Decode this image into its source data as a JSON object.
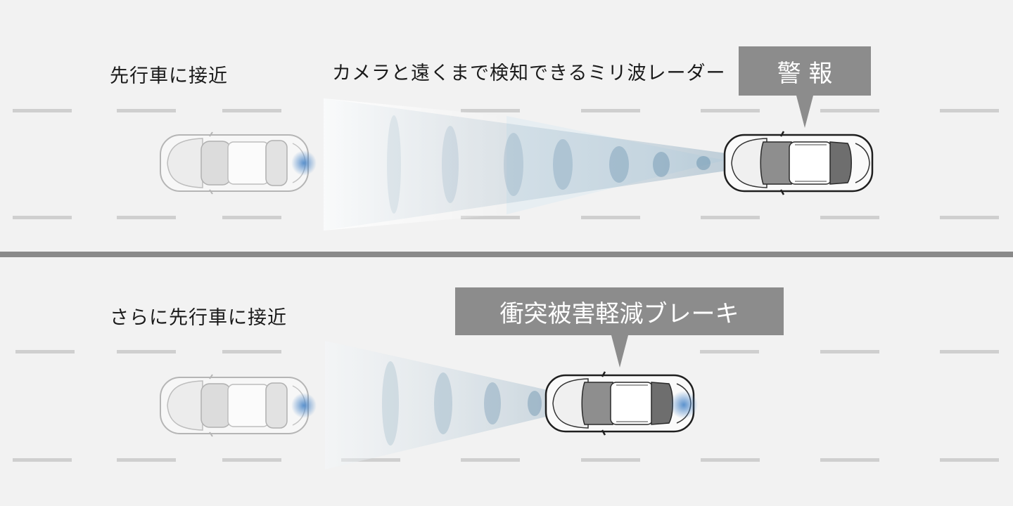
{
  "panels": [
    {
      "condition_label": "先行車に接近",
      "sensor_label": "カメラと遠くまで検知できるミリ波レーダー",
      "callout": "警 報"
    },
    {
      "condition_label": "さらに先行車に接近",
      "callout": "衝突被害軽減ブレーキ"
    }
  ],
  "colors": {
    "background": "#f2f2f2",
    "lane_marking": "#cfcfcf",
    "divider": "#8a8a8a",
    "callout_fill": "#8c8c8c",
    "callout_text": "#ffffff",
    "radar_beam": "#5e8aa8",
    "sensor_glow": "#4a86c8"
  },
  "icons": [
    "ego-car-icon",
    "lead-car-icon",
    "radar-beam-icon",
    "sensor-glow-icon"
  ]
}
